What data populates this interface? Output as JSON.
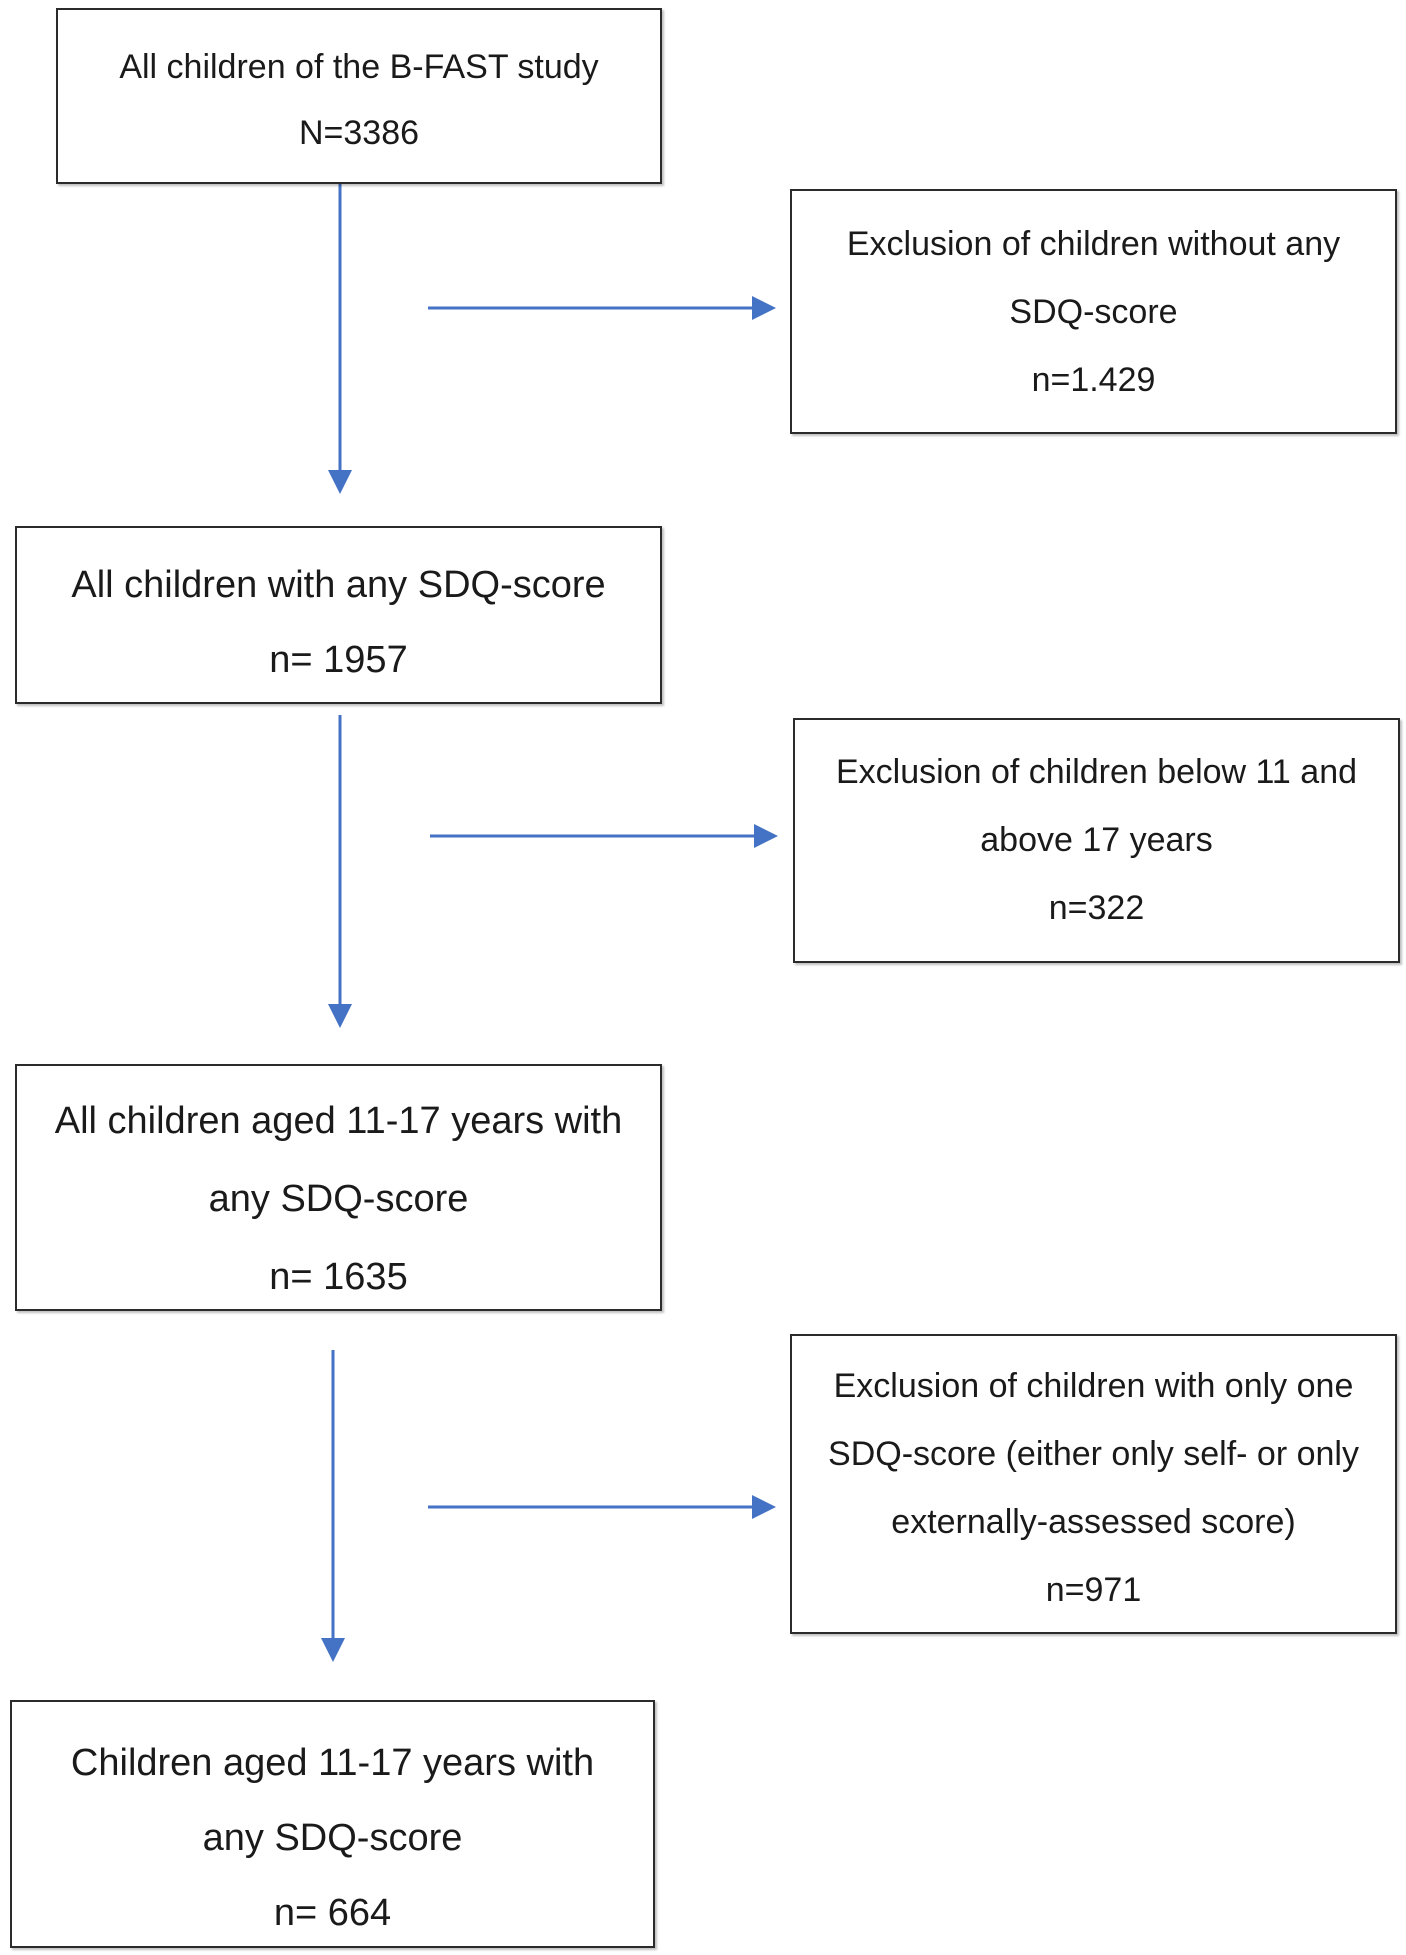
{
  "colors": {
    "arrow": "#4472c4",
    "box_border": "#2b2b2b",
    "text": "#1a1a1a",
    "background": "#ffffff"
  },
  "nodes": {
    "all_children": {
      "lines": [
        "All children of the B-FAST study",
        "N=3386"
      ]
    },
    "any_sdq": {
      "lines": [
        "All children with any SDQ-score",
        "n= 1957"
      ]
    },
    "aged_11_17_any": {
      "lines": [
        "All children aged 11-17 years with",
        "any SDQ-score",
        "n= 1635"
      ]
    },
    "final": {
      "lines": [
        "Children aged 11-17 years with",
        "any SDQ-score",
        "n= 664"
      ]
    },
    "exclusion_no_sdq": {
      "lines": [
        "Exclusion of children without any",
        "SDQ-score",
        "n=1.429"
      ]
    },
    "exclusion_age": {
      "lines": [
        "Exclusion of children below 11 and",
        "above 17 years",
        "n=322"
      ]
    },
    "exclusion_one_score": {
      "lines": [
        "Exclusion of children with only one",
        "SDQ-score (either only self- or only",
        "externally-assessed score)",
        "n=971"
      ]
    }
  },
  "edges": [
    {
      "from": "all_children",
      "to": "any_sdq"
    },
    {
      "from": "all_children",
      "to": "exclusion_no_sdq"
    },
    {
      "from": "any_sdq",
      "to": "aged_11_17_any"
    },
    {
      "from": "any_sdq",
      "to": "exclusion_age"
    },
    {
      "from": "aged_11_17_any",
      "to": "final"
    },
    {
      "from": "aged_11_17_any",
      "to": "exclusion_one_score"
    }
  ]
}
